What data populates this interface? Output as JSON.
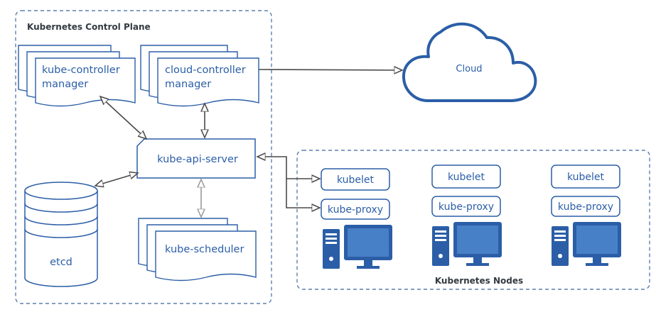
{
  "diagram": {
    "control_plane_label": "Kubernetes Control Plane",
    "nodes_label": "Kubernetes Nodes",
    "components": {
      "controller_manager": [
        "kube-controller",
        "manager"
      ],
      "cloud_controller_manager": [
        "cloud-controller",
        "manager"
      ],
      "api_server": "kube-api-server",
      "scheduler": "kube-scheduler",
      "etcd": "etcd",
      "cloud": "Cloud"
    },
    "nodes": [
      {
        "kubelet": "kubelet",
        "proxy": "kube-proxy"
      },
      {
        "kubelet": "kubelet",
        "proxy": "kube-proxy"
      },
      {
        "kubelet": "kubelet",
        "proxy": "kube-proxy"
      }
    ],
    "colors": {
      "primary": "#2b5ea7",
      "dashed_border": "#5b7fb0",
      "connector": "#4a4a4a",
      "title_text": "#333a40"
    }
  }
}
